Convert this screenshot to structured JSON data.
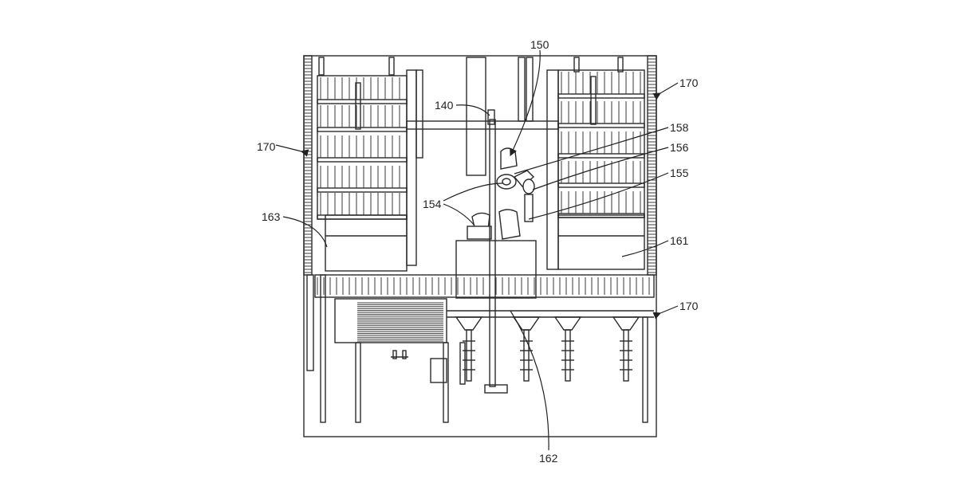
{
  "figure": {
    "labels": {
      "l140": "140",
      "l150": "150",
      "l154": "154",
      "l155": "155",
      "l156": "156",
      "l158": "158",
      "l161": "161",
      "l162": "162",
      "l163": "163",
      "l170_left": "170",
      "l170_top_right": "170",
      "l170_bottom_right": "170"
    }
  }
}
